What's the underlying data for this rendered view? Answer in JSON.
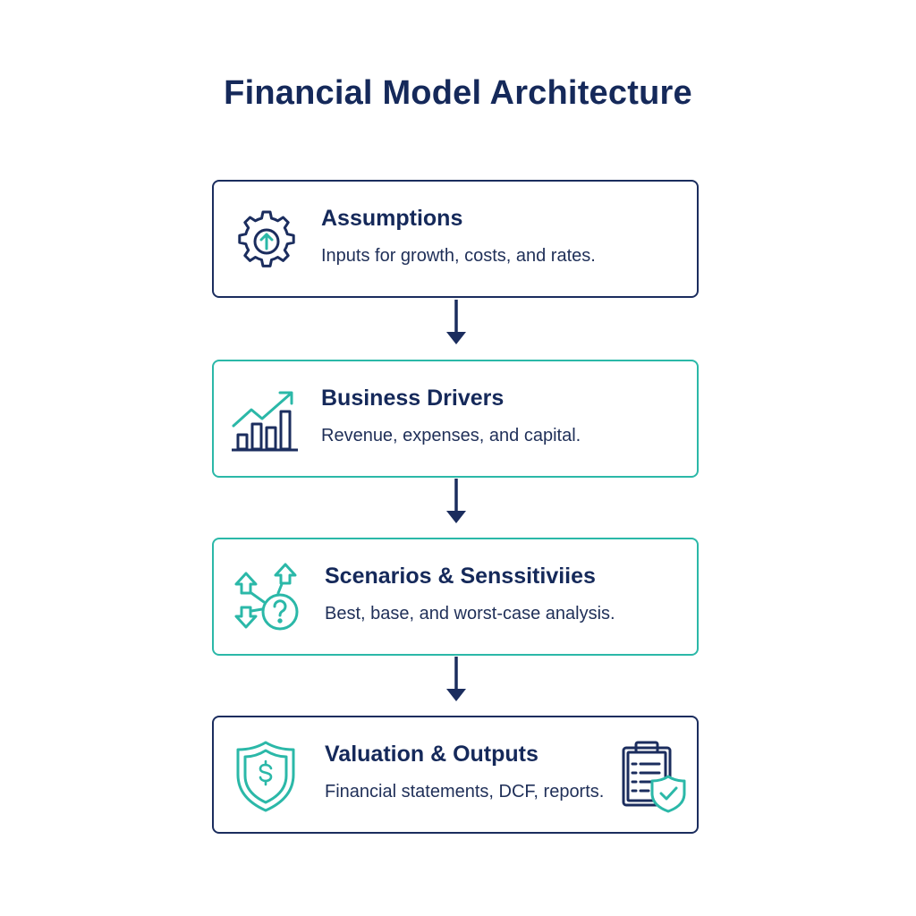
{
  "title": "Financial Model Architecture",
  "steps": [
    {
      "heading": "Assumptions",
      "description": "Inputs for growth, costs, and rates.",
      "icon": "gear-with-up-arrow-icon"
    },
    {
      "heading": "Business Drivers",
      "description": "Revenue, expenses, and capital.",
      "icon": "bar-chart-trend-icon"
    },
    {
      "heading": "Scenarios & Senssitiviies",
      "description": "Best, base, and worst-case analysis.",
      "icon": "scenario-arrows-question-icon"
    },
    {
      "heading": "Valuation & Outputs",
      "description": "Financial statements, DCF, reports.",
      "icon": "dollar-shield-icon",
      "secondary_icon": "clipboard-check-icon"
    }
  ],
  "colors": {
    "navy": "#1b2d5e",
    "teal": "#2bb8a8",
    "text": "#15295a",
    "background": "#ffffff"
  }
}
